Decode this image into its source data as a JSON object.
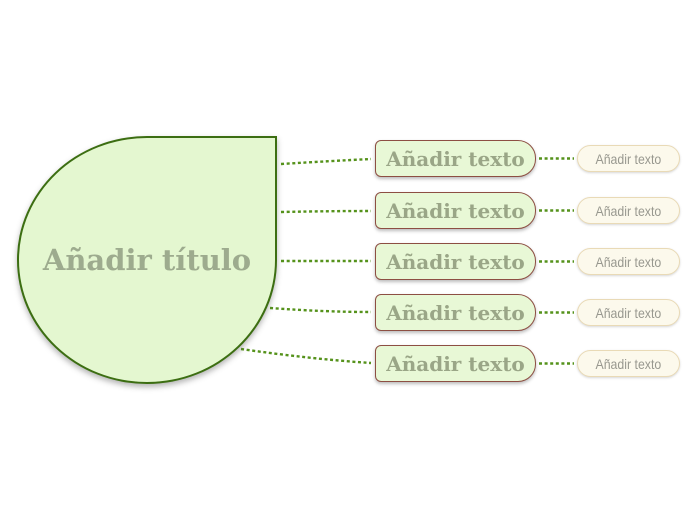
{
  "app": {
    "description": "mind map canvas"
  },
  "colors": {
    "background": "#ffffff",
    "root_fill": "#e4f7d0",
    "root_border": "#3c6e12",
    "root_text": "#9dab8e",
    "topic_fill": "#e8f8d6",
    "topic_border": "#8d4f43",
    "topic_text": "#9aa687",
    "subtopic_fill": "#fcf9ec",
    "subtopic_border": "#e9dab6",
    "subtopic_text": "#98988f",
    "connector": "#55921b"
  },
  "root": {
    "label": "Añadir título"
  },
  "topics": [
    {
      "label": "Añadir texto",
      "subtopic": {
        "label": "Añadir texto"
      }
    },
    {
      "label": "Añadir texto",
      "subtopic": {
        "label": "Añadir texto"
      }
    },
    {
      "label": "Añadir texto",
      "subtopic": {
        "label": "Añadir texto"
      }
    },
    {
      "label": "Añadir texto",
      "subtopic": {
        "label": "Añadir texto"
      }
    },
    {
      "label": "Añadir texto",
      "subtopic": {
        "label": "Añadir texto"
      }
    }
  ]
}
